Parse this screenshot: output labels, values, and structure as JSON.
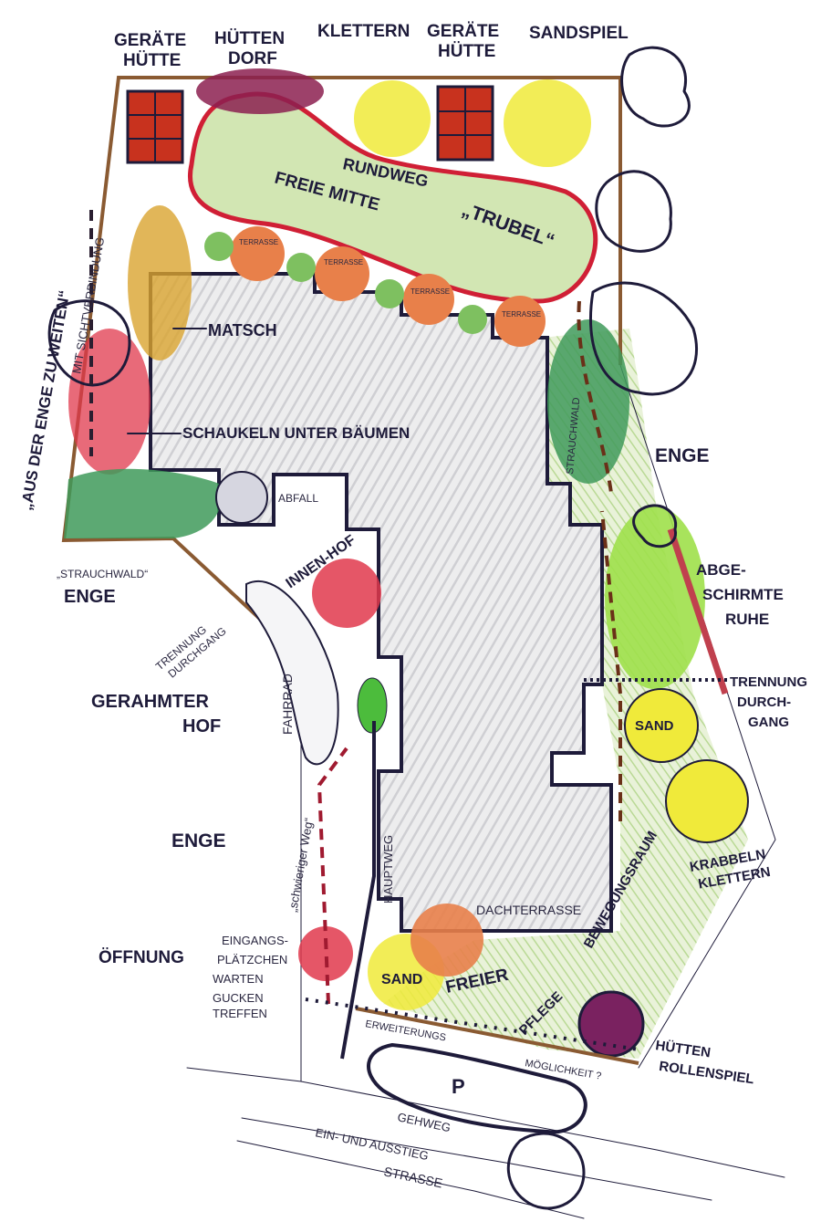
{
  "colors": {
    "ink": "#1e1b3a",
    "boundary": "#8a5a32",
    "building": "#cfcfd2",
    "lawn": "#c9dfa6",
    "path_red": "#d01f35",
    "tree_green": "#3f9a5a",
    "light_green": "#9ee04a",
    "sand_yellow": "#f0ea3a",
    "terrace_orange": "#e8804a",
    "hut_red": "#c8321e",
    "purple": "#7a2260",
    "pink_red": "#e0384c"
  },
  "labels": {
    "geraete_huette_1": [
      "GERÄTE",
      "HÜTTE"
    ],
    "huetten_dorf": [
      "HÜTTEN",
      "DORF"
    ],
    "klettern": "KLETTERN",
    "geraete_huette_2": [
      "GERÄTE",
      "HÜTTE"
    ],
    "sandspiel": "SANDSPIEL",
    "rundweg": "RUNDWEG",
    "freie_mitte": "FREIE MITTE",
    "trubel": "„TRUBEL“",
    "terrasse": "TERRASSE",
    "matsch": "MATSCH",
    "aus_der_enge": "„AUS DER ENGE ZU WEITEN“",
    "mit_sichtverbindung": "MIT SICHTVERBINDUNG",
    "schaukeln": "SCHAUKELN UNTER BÄUMEN",
    "abfall": "ABFALL",
    "enge_right": "ENGE",
    "strauchwald_quote": "„STRAUCHWALD“",
    "enge_left": "ENGE",
    "strauchwald": "STRAUCHWALD",
    "innen_hof": "INNEN-HOF",
    "abgeschirmte_ruhe": [
      "ABGE-",
      "SCHIRMTE",
      "RUHE"
    ],
    "trennung_durchgang_left": [
      "TRENNUNG",
      "DURCHGANG"
    ],
    "fahrrad": "FAHRRAD",
    "gerahmter_hof": [
      "GERAHMTER",
      "HOF"
    ],
    "trennung_durchgang_right": [
      "TRENNUNG",
      "DURCH-",
      "GANG"
    ],
    "sand_right": "SAND",
    "enge_mid": "ENGE",
    "schwieriger_weg": "„schwieriger Weg“",
    "hauptweg": "HAUPTWEG",
    "dachterrasse": "DACHTERRASSE",
    "krabbeln_klettern": [
      "KRABBELN",
      "KLETTERN"
    ],
    "bewegungsraum": "BEWEGUNGSRAUM",
    "oeffnung": "ÖFFNUNG",
    "eingangsplaetzchen": [
      "EINGANGS-",
      "PLÄTZCHEN",
      "WARTEN",
      "GUCKEN",
      "TREFFEN"
    ],
    "sand_bottom": "SAND",
    "freier": "FREIER",
    "pflege": "PFLEGE",
    "erweiterungs": "ERWEITERUNGS",
    "moeglichkeit": "MÖGLICHKEIT ?",
    "parking": "P",
    "huetten_rollenspiel": [
      "HÜTTEN",
      "ROLLENSPIEL"
    ],
    "gehweg": "GEHWEG",
    "ein_ausstieg": "EIN- UND AUSSTIEG",
    "strasse": "STRASSE"
  }
}
